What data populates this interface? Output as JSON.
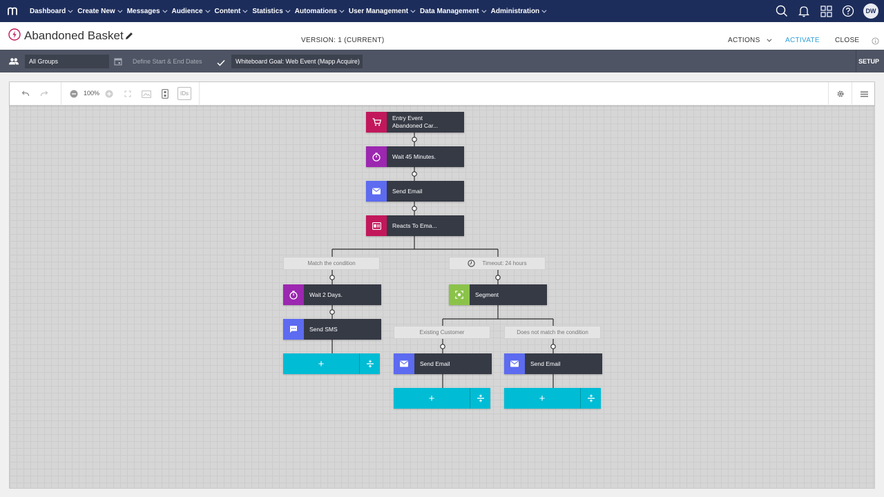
{
  "nav": {
    "items": [
      {
        "label": "Dashboard"
      },
      {
        "label": "Create New"
      },
      {
        "label": "Messages"
      },
      {
        "label": "Audience"
      },
      {
        "label": "Content"
      },
      {
        "label": "Statistics"
      },
      {
        "label": "Automations"
      },
      {
        "label": "User Management"
      },
      {
        "label": "Data Management"
      },
      {
        "label": "Administration"
      }
    ],
    "avatar_initials": "DW"
  },
  "header": {
    "title": "Abandoned Basket",
    "version": "VERSION: 1 (CURRENT)",
    "actions_label": "ACTIONS",
    "activate_label": "ACTIVATE",
    "close_label": "CLOSE"
  },
  "settings": {
    "groups_value": "All Groups",
    "dates_placeholder": "Define Start & End Dates",
    "goal_value": "Whiteboard Goal: Web Event (Mapp Acquire)",
    "setup_label": "SETUP"
  },
  "toolbar": {
    "zoom": "100%",
    "ids_label": "IDs"
  },
  "flow": {
    "nodes": [
      {
        "label": "Entry Event\nAbandoned Car...",
        "icon": "cart-icon",
        "color": "#c2185b"
      },
      {
        "label": "Wait 45 Minutes.",
        "icon": "stopwatch-icon",
        "color": "#9c27b0"
      },
      {
        "label": "Send Email",
        "icon": "email-icon",
        "color": "#5c6bf0"
      },
      {
        "label": "Reacts To Ema...",
        "icon": "reaction-icon",
        "color": "#c2185b"
      },
      {
        "label": "Wait 2 Days.",
        "icon": "stopwatch-icon",
        "color": "#9c27b0"
      },
      {
        "label": "Send SMS",
        "icon": "sms-icon",
        "color": "#5c6bf0"
      },
      {
        "label": "Segment",
        "icon": "segment-icon",
        "color": "#8bc34a"
      },
      {
        "label": "Send Email",
        "icon": "email-icon",
        "color": "#5c6bf0"
      },
      {
        "label": "Send Email",
        "icon": "email-icon",
        "color": "#5c6bf0"
      }
    ],
    "branches": [
      {
        "label": "Match the condition"
      },
      {
        "label": "Timeout: 24 hours",
        "icon": "timer-icon"
      },
      {
        "label": "Existing Customer"
      },
      {
        "label": "Does not match the condition"
      }
    ],
    "add_plus": "+"
  }
}
